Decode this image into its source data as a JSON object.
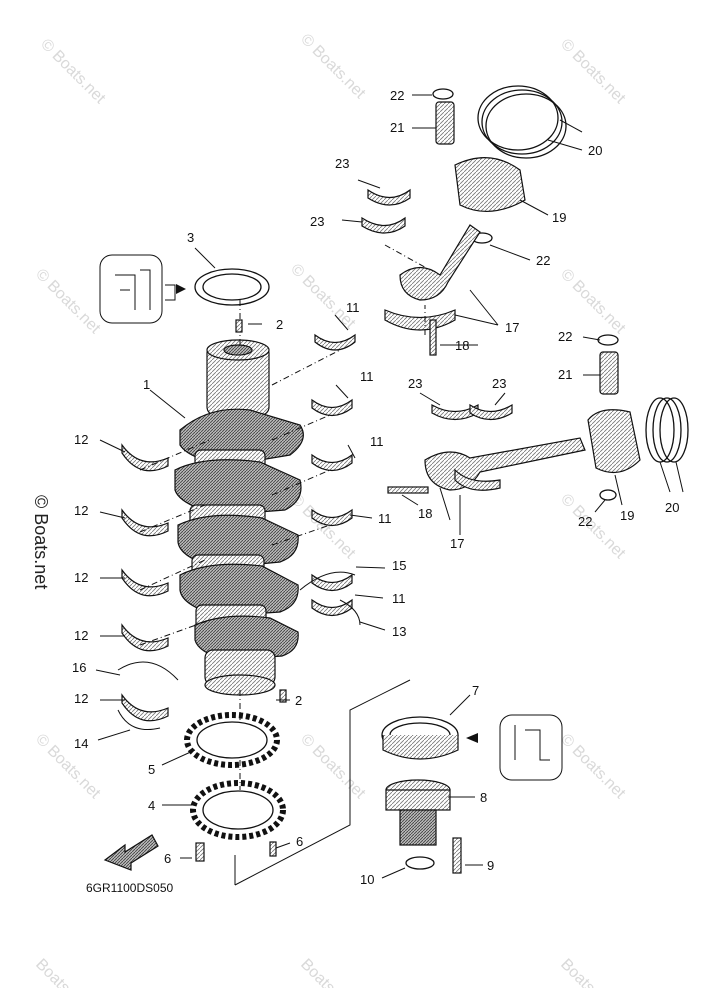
{
  "diagram": {
    "drawing_code": "6GR1100DS050",
    "watermark_text": "© Boats.net",
    "watermark_short": "Boats.net",
    "labels": {
      "p1": "1",
      "p2a": "2",
      "p2b": "2",
      "p3": "3",
      "p4": "4",
      "p5": "5",
      "p6a": "6",
      "p6b": "6",
      "p7": "7",
      "p8": "8",
      "p9": "9",
      "p10": "10",
      "p11a": "11",
      "p11b": "11",
      "p11c": "11",
      "p11d": "11",
      "p11e": "11",
      "p12a": "12",
      "p12b": "12",
      "p12c": "12",
      "p12d": "12",
      "p12e": "12",
      "p13": "13",
      "p14": "14",
      "p15": "15",
      "p16": "16",
      "p17a": "17",
      "p17b": "17",
      "p18a": "18",
      "p18b": "18",
      "p19a": "19",
      "p19b": "19",
      "p20a": "20",
      "p20b": "20",
      "p21a": "21",
      "p21b": "21",
      "p22a": "22",
      "p22b": "22",
      "p22c": "22",
      "p22d": "22",
      "p23a": "23",
      "p23b": "23",
      "p23c": "23",
      "p23d": "23"
    }
  }
}
